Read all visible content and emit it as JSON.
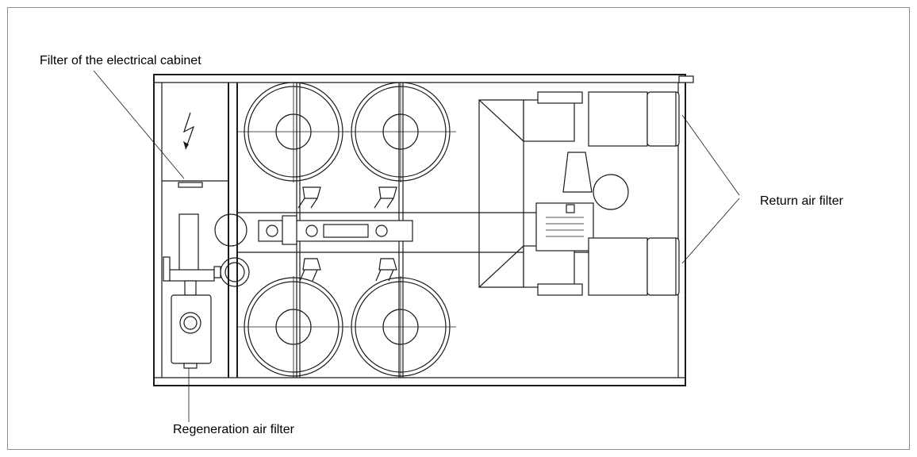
{
  "labels": {
    "cabinet_filter": "Filter of the electrical cabinet",
    "return_air_filter": "Return air filter",
    "regeneration_filter": "Regeneration air filter"
  },
  "colors": {
    "line": "#1a1a1a",
    "frame": "#8c8c8c",
    "background": "#ffffff"
  }
}
